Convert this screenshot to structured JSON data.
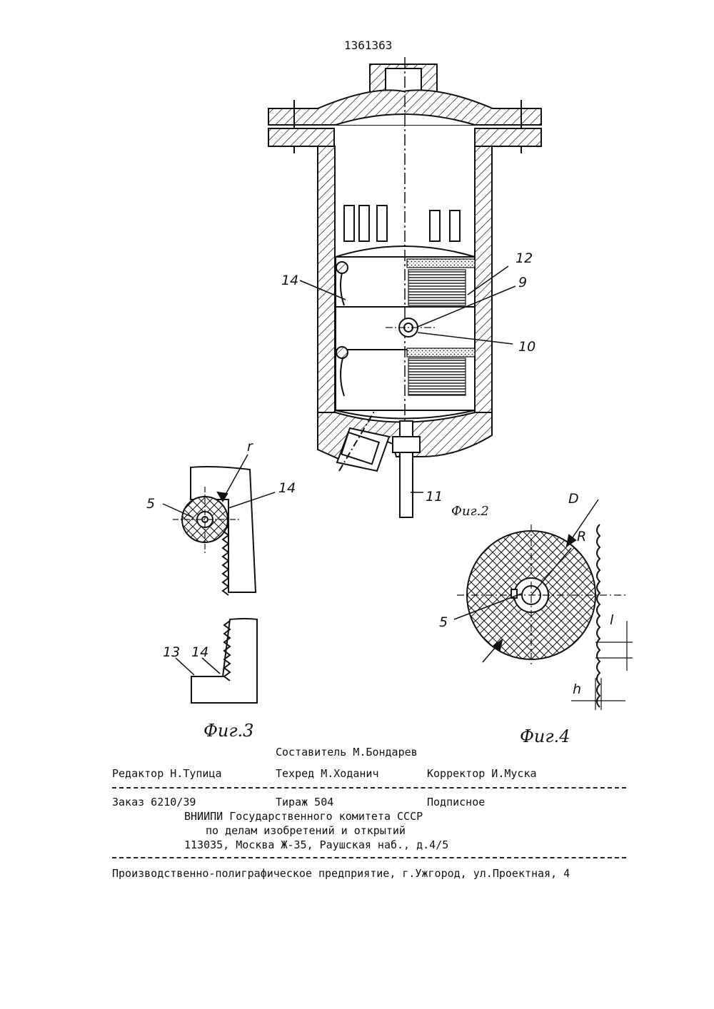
{
  "patent_number": "1361363",
  "figures": {
    "fig2": {
      "caption": "Фиг.2",
      "labels": {
        "l12": "12",
        "l9": "9",
        "l14": "14",
        "l10": "10",
        "l11": "11"
      }
    },
    "fig3": {
      "caption": "Фиг.3",
      "labels": {
        "r": "r",
        "l14a": "14",
        "l5": "5",
        "l13": "13",
        "l14b": "14"
      }
    },
    "fig4": {
      "caption": "Фиг.4",
      "labels": {
        "D": "D",
        "R": "R",
        "l5": "5",
        "l": "l",
        "h": "h"
      }
    }
  },
  "colophon": {
    "compiler": "Составитель М.Бондарев",
    "editor": "Редактор Н.Тупица",
    "techred": "Техред М.Ходанич",
    "corrector": "Корректор И.Муска",
    "order": "Заказ 6210/39",
    "circulation": "Тираж 504",
    "subscription": "Подписное",
    "org_line1": "ВНИИПИ Государственного комитета СССР",
    "org_line2": "по делам изобретений и открытий",
    "org_address": "113035, Москва Ж-35, Раушская наб., д.4/5",
    "printer": "Производственно-полиграфическое предприятие, г.Ужгород, ул.Проектная, 4"
  }
}
